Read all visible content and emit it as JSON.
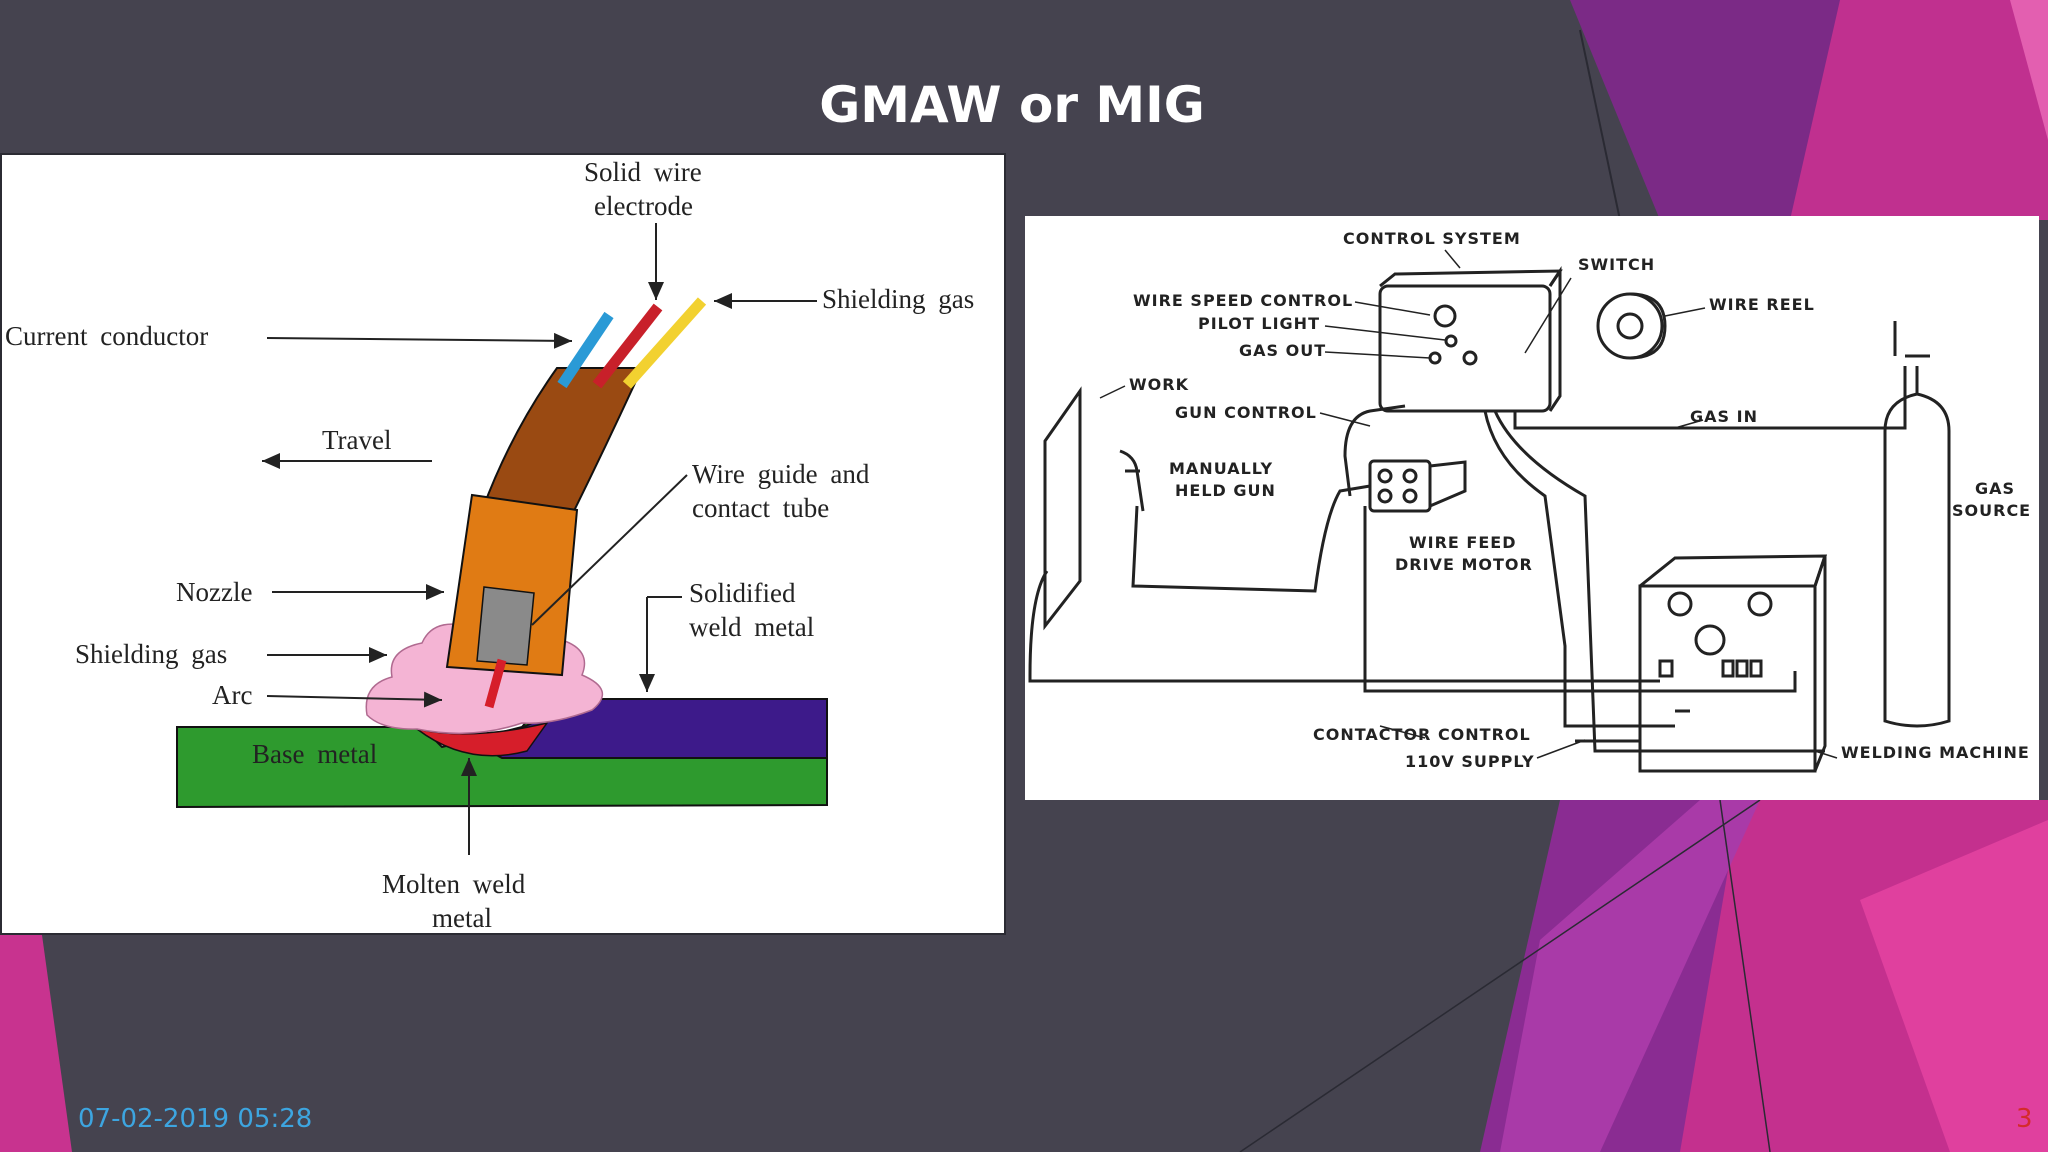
{
  "slide": {
    "title": "GMAW or MIG",
    "date": "07-02-2019 05:28",
    "page_number": "3"
  },
  "left_diagram": {
    "labels": {
      "solid_wire_electrode_1": "Solid  wire",
      "solid_wire_electrode_2": "electrode",
      "shielding_gas_top": "Shielding  gas",
      "current_conductor": "Current  conductor",
      "travel": "Travel",
      "wire_guide_1": "Wire  guide  and",
      "wire_guide_2": "contact  tube",
      "nozzle": "Nozzle",
      "solidified_1": "Solidified",
      "solidified_2": "weld  metal",
      "shielding_gas_left": "Shielding  gas",
      "arc": "Arc",
      "base_metal": "Base  metal",
      "molten_1": "Molten  weld",
      "molten_2": "metal"
    }
  },
  "right_diagram": {
    "labels": {
      "control_system": "CONTROL SYSTEM",
      "switch": "SWITCH",
      "wire_speed_control": "WIRE SPEED CONTROL",
      "pilot_light": "PILOT LIGHT",
      "gas_out": "GAS OUT",
      "wire_reel": "WIRE REEL",
      "work": "WORK",
      "gun_control": "GUN CONTROL",
      "gas_in": "GAS IN",
      "manually_1": "MANUALLY",
      "manually_2": "HELD GUN",
      "gas_source_1": "GAS",
      "gas_source_2": "SOURCE",
      "wire_feed_1": "WIRE FEED",
      "wire_feed_2": "DRIVE MOTOR",
      "contactor_control": "CONTACTOR CONTROL",
      "supply": "110V SUPPLY",
      "welding_machine": "WELDING MACHINE"
    }
  }
}
